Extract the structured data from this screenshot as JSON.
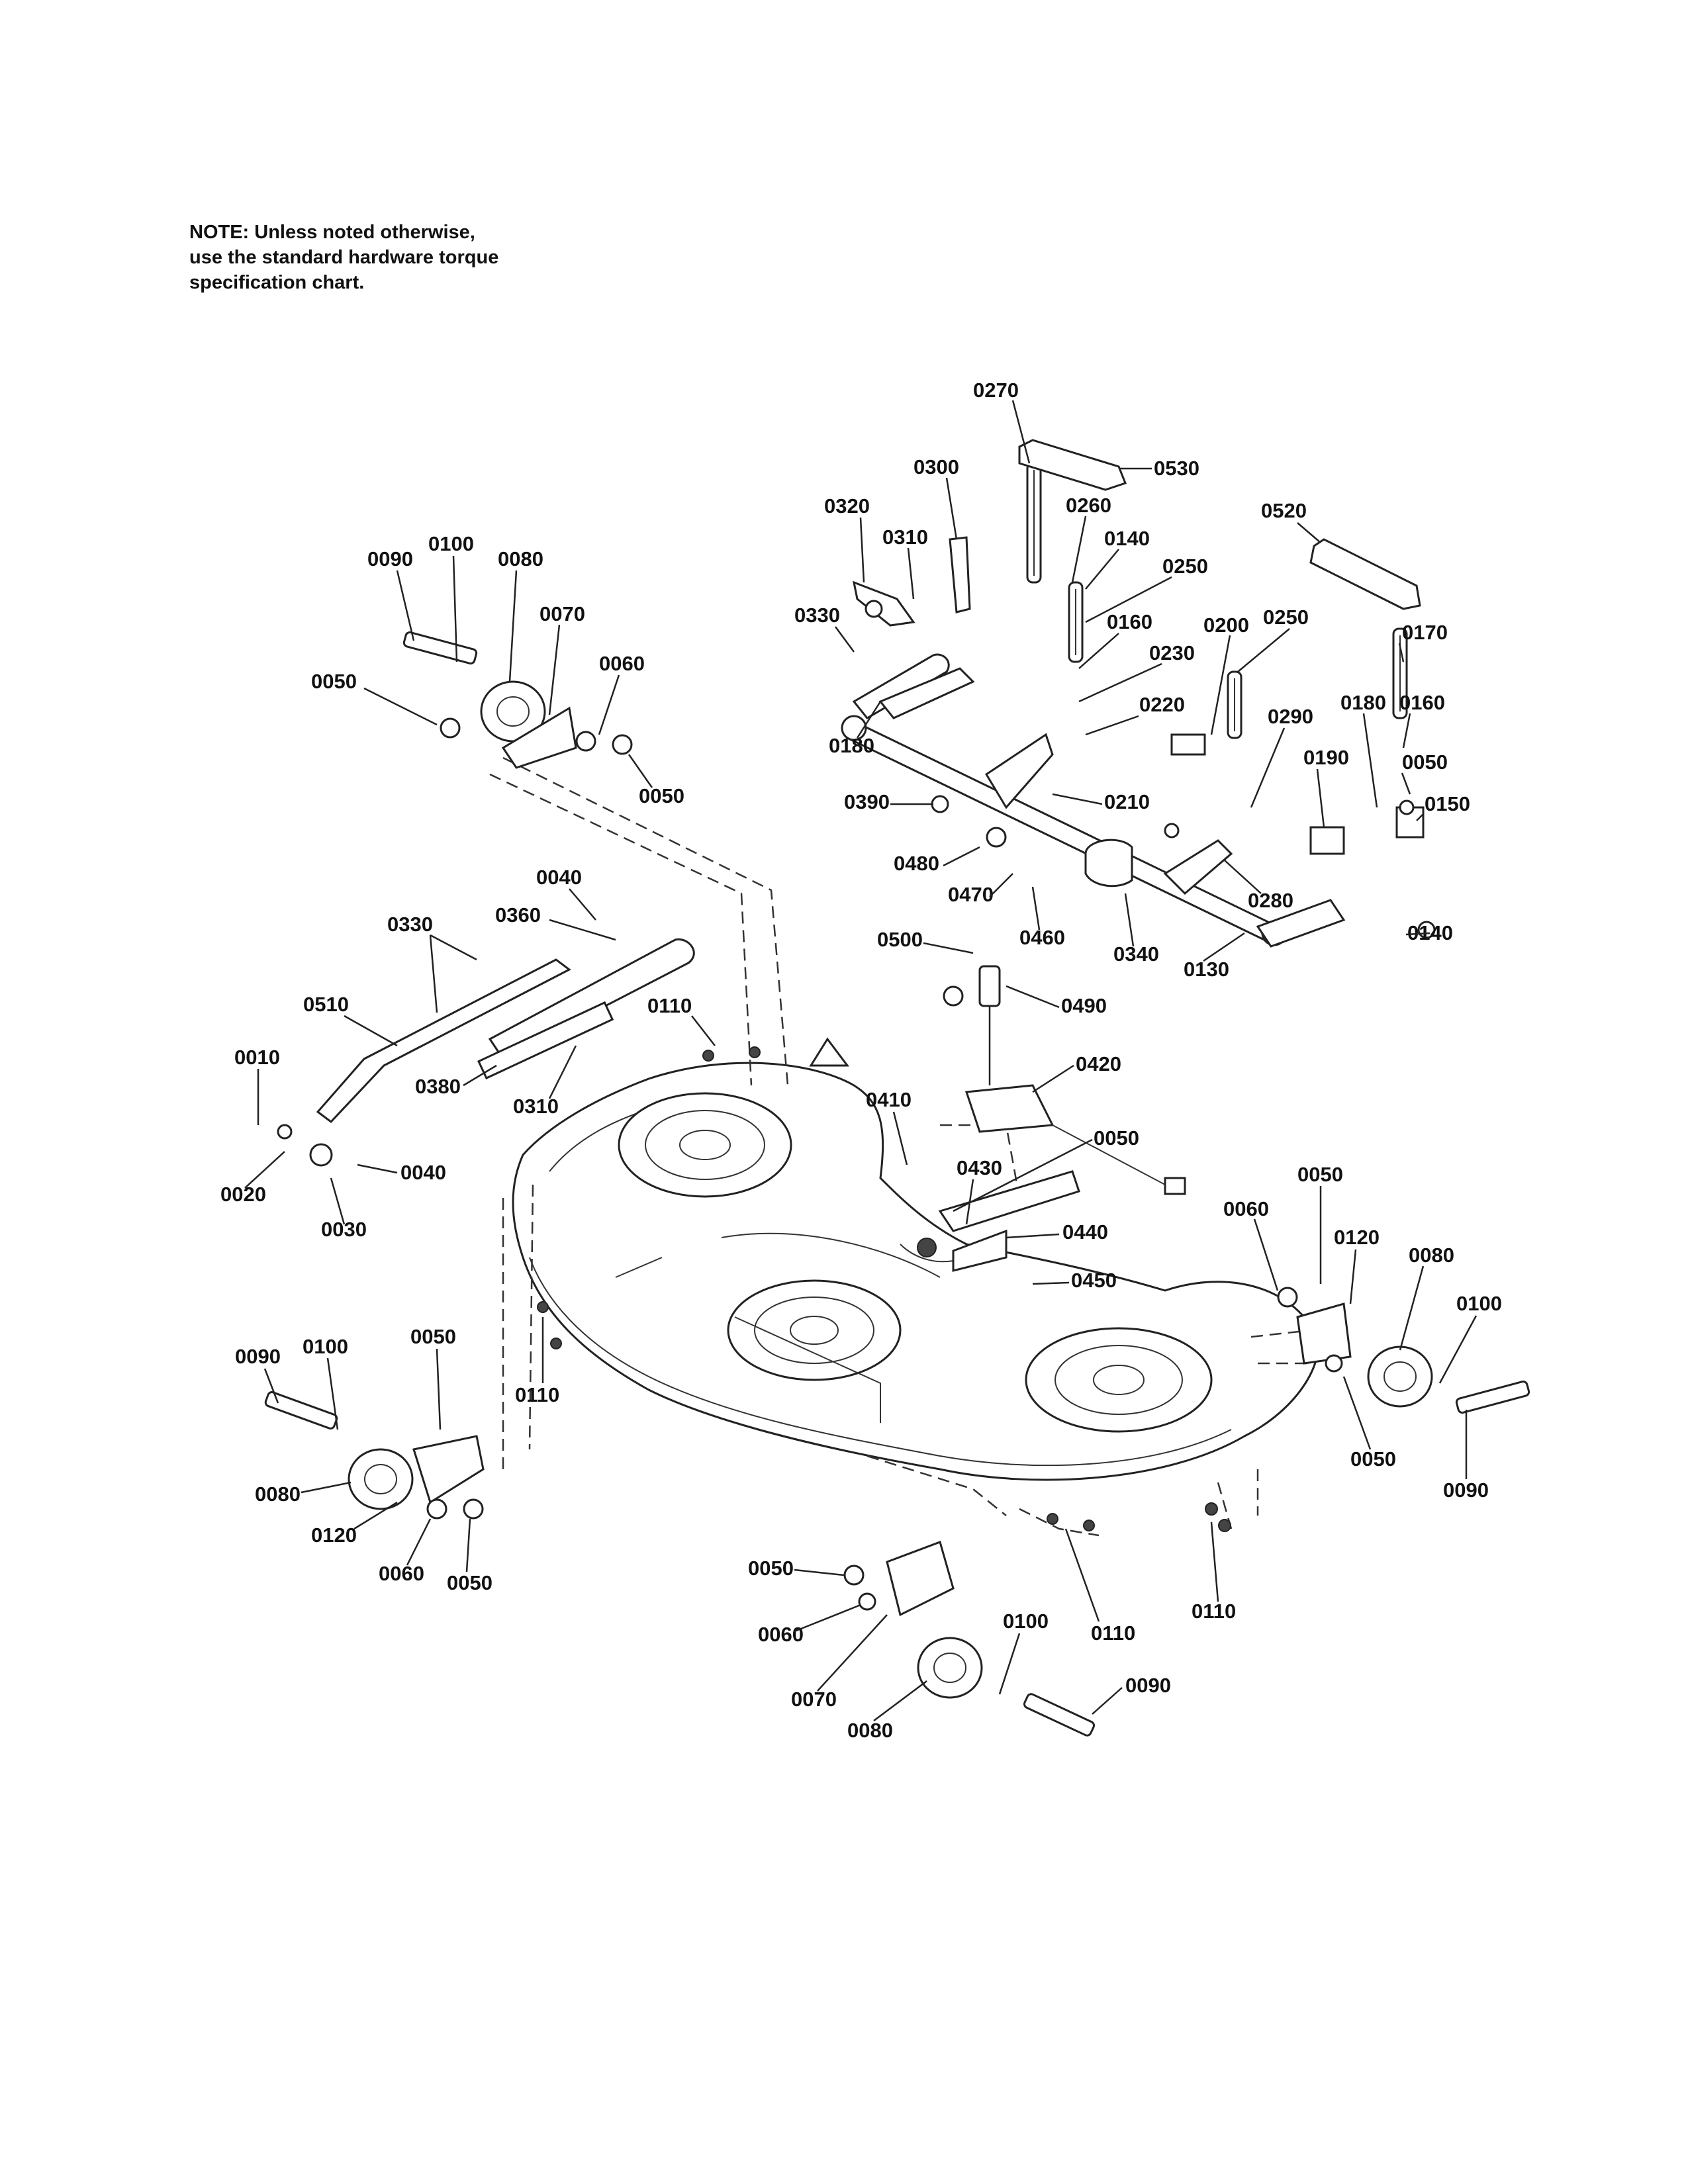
{
  "note": {
    "lines": [
      "NOTE: Unless noted otherwise,",
      "use the standard hardware torque",
      "specification chart."
    ]
  },
  "callouts": [
    "0270",
    "0530",
    "0300",
    "0320",
    "0310",
    "0260",
    "0140",
    "0250",
    "0520",
    "0330",
    "0160",
    "0230",
    "0200",
    "0250",
    "0170",
    "0180",
    "0220",
    "0290",
    "0180",
    "0160",
    "0190",
    "0050",
    "0150",
    "0390",
    "0210",
    "0480",
    "0470",
    "0460",
    "0340",
    "0280",
    "0130",
    "0140",
    "0500",
    "0490",
    "0420",
    "0410",
    "0050",
    "0430",
    "0440",
    "0450",
    "0090",
    "0100",
    "0080",
    "0070",
    "0050",
    "0060",
    "0050",
    "0040",
    "0360",
    "0330",
    "0510",
    "0110",
    "0010",
    "0380",
    "0310",
    "0020",
    "0040",
    "0030",
    "0050",
    "0060",
    "0120",
    "0080",
    "0100",
    "0090",
    "0110",
    "0050",
    "0090",
    "0100",
    "0050",
    "0080",
    "0120",
    "0060",
    "0050",
    "0050",
    "0110",
    "0060",
    "0100",
    "0070",
    "0090",
    "0080",
    "0110"
  ]
}
